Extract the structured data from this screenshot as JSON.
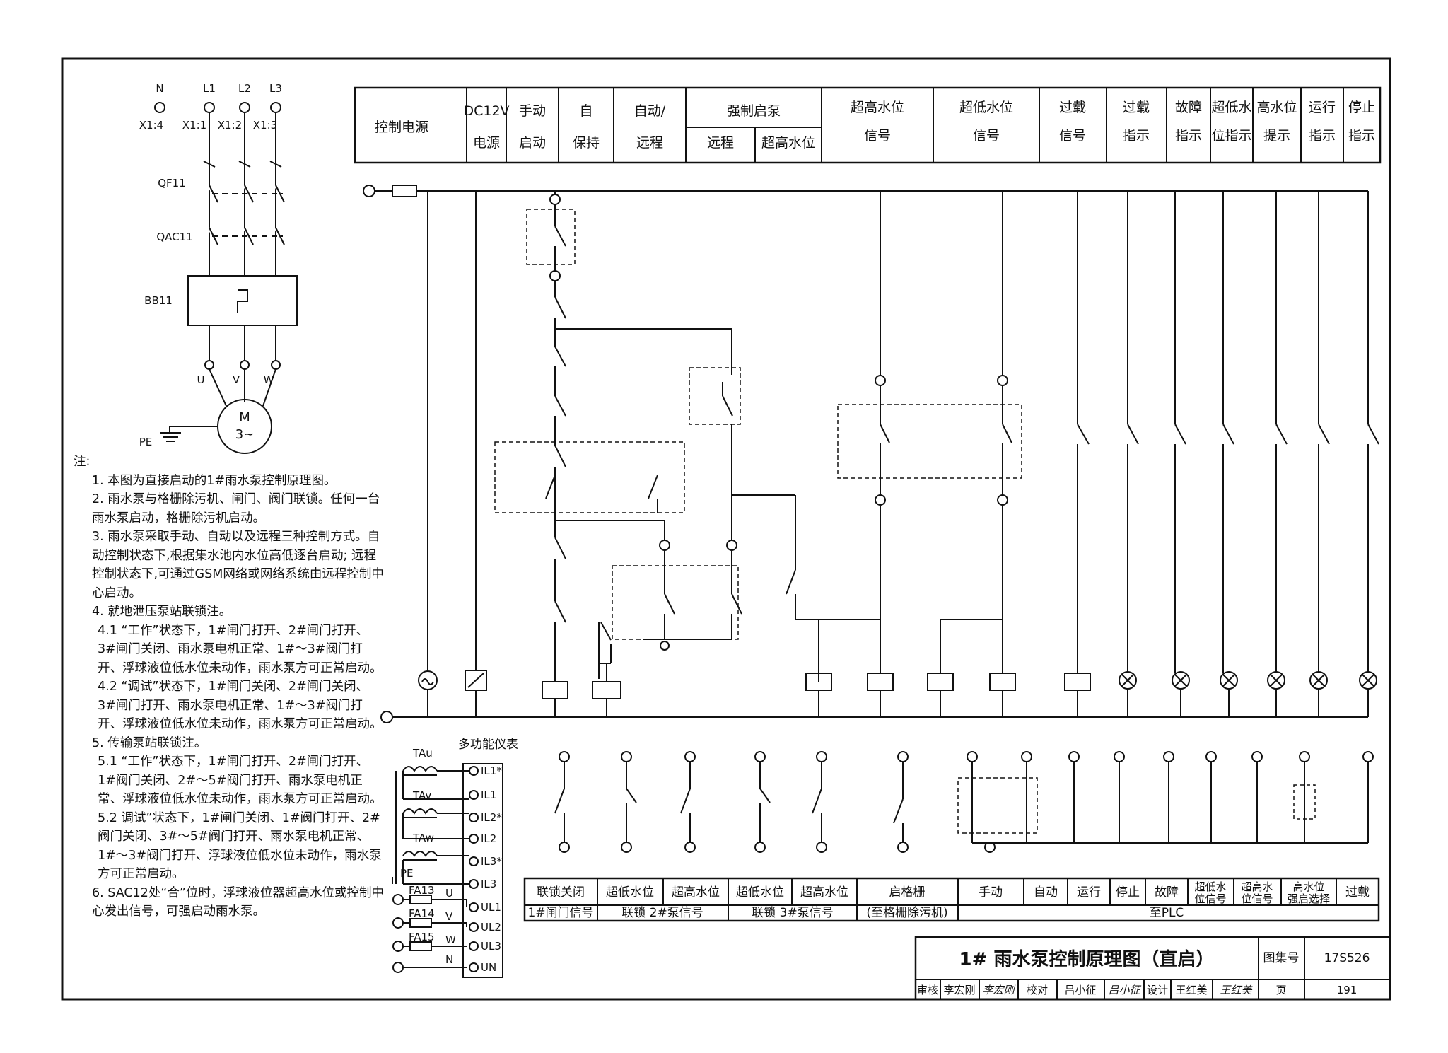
{
  "header": {
    "cells": [
      {
        "id": "c1",
        "lines": [
          "控制电源"
        ]
      },
      {
        "id": "c2",
        "lines": [
          "DC12V",
          "电源"
        ]
      },
      {
        "id": "c3",
        "lines": [
          "手动",
          "启动"
        ]
      },
      {
        "id": "c4",
        "lines": [
          "自",
          "保持"
        ]
      },
      {
        "id": "c5",
        "lines": [
          "自动/",
          "远程"
        ]
      },
      {
        "id": "c6top",
        "lines": [
          "强制启泵"
        ]
      },
      {
        "id": "c6a",
        "lines": [
          "远程"
        ]
      },
      {
        "id": "c6b",
        "lines": [
          "超高水位"
        ]
      },
      {
        "id": "c7",
        "lines": [
          "超高水位",
          "信号"
        ]
      },
      {
        "id": "c8",
        "lines": [
          "超低水位",
          "信号"
        ]
      },
      {
        "id": "c9",
        "lines": [
          "过载",
          "信号"
        ]
      },
      {
        "id": "c10",
        "lines": [
          "过载",
          "指示"
        ]
      },
      {
        "id": "c11",
        "lines": [
          "故障",
          "指示"
        ]
      },
      {
        "id": "c12",
        "lines": [
          "超低水",
          "位指示"
        ]
      },
      {
        "id": "c13",
        "lines": [
          "高水位",
          "提示"
        ]
      },
      {
        "id": "c14",
        "lines": [
          "运行",
          "指示"
        ]
      },
      {
        "id": "c15",
        "lines": [
          "停止",
          "指示"
        ]
      }
    ]
  },
  "bottom_table": {
    "row1": [
      "联锁关闭",
      "超低水位",
      "超高水位",
      "超低水位",
      "超高水位",
      "启格栅",
      "手动",
      "自动",
      "运行",
      "停止",
      "故障",
      "超低水",
      "超高水",
      "高水位",
      "过载"
    ],
    "row1b": [
      "1#闸门信号",
      "",
      "",
      "",
      "",
      "(至格栅除污机)",
      "",
      "",
      "",
      "",
      "",
      "位信号",
      "位信号",
      "强启选择",
      ""
    ],
    "group1": "联锁 2#泵信号",
    "group2": "联锁 3#泵信号",
    "group3": "至PLC"
  },
  "power": {
    "phases": [
      "N",
      "L1",
      "L2",
      "L3"
    ],
    "terminals": [
      "X1:4",
      "X1:1",
      "X1:2",
      "X1:3"
    ],
    "labels": {
      "qf": "QF11",
      "qac": "QAC11",
      "bb": "BB11",
      "pe": "PE",
      "motor": "M",
      "motor_sub": "3~",
      "u": "U",
      "v": "V",
      "w": "W"
    }
  },
  "notes": {
    "title": "注:",
    "items": [
      "1. 本图为直接启动的1#雨水泵控制原理图。",
      "2. 雨水泵与格栅除污机、闸门、阀门联锁。任何一台雨水泵启动，格栅除污机启动。",
      "3. 雨水泵采取手动、自动以及远程三种控制方式。自动控制状态下,根据集水池内水位高低逐台启动; 远程控制状态下,可通过GSM网络或网络系统由远程控制中心启动。",
      "4. 就地泄压泵站联锁注。",
      "4.1 “工作”状态下，1#闸门打开、2#闸门打开、3#闸门关闭、雨水泵电机正常、1#～3#阀门打开、浮球液位低水位未动作，雨水泵方可正常启动。",
      "4.2 “调试”状态下，1#闸门关闭、2#闸门关闭、3#闸门打开、雨水泵电机正常、1#～3#阀门打开、浮球液位低水位未动作，雨水泵方可正常启动。",
      "5. 传输泵站联锁注。",
      "5.1 “工作”状态下，1#闸门打开、2#闸门打开、1#阀门关闭、2#～5#阀门打开、雨水泵电机正常、浮球液位低水位未动作，雨水泵方可正常启动。",
      "5.2 调试”状态下，1#闸门关闭、1#阀门打开、2#阀门关闭、3#～5#阀门打开、雨水泵电机正常、1#～3#阀门打开、浮球液位低水位未动作，雨水泵方可正常启动。",
      "6. SAC12处“合”位时，浮球液位器超高水位或控制中心发出信号，可强启动雨水泵。"
    ]
  },
  "meter": {
    "title": "多功能仪表",
    "ct": [
      "TAu",
      "TAv",
      "TAw"
    ],
    "terms": [
      "IL1*",
      "IL1",
      "IL2*",
      "IL2",
      "IL3*",
      "IL3",
      "UL1",
      "UL2",
      "UL3",
      "UN"
    ],
    "fuses": [
      "FA13",
      "FA14",
      "FA15"
    ],
    "phase": [
      "U",
      "V",
      "W",
      "N"
    ],
    "pe": "PE"
  },
  "title_block": {
    "title": "1# 雨水泵控制原理图（直启）",
    "atlas_label": "图集号",
    "atlas_no": "17S526",
    "review": "审核",
    "review_name": "李宏刚",
    "review_sign": "李宏刚",
    "check": "校对",
    "check_name": "吕小征",
    "check_sign": "吕小征",
    "design": "设计",
    "design_name": "王红美",
    "design_sign": "王红美",
    "page_label": "页",
    "page_no": "191"
  }
}
